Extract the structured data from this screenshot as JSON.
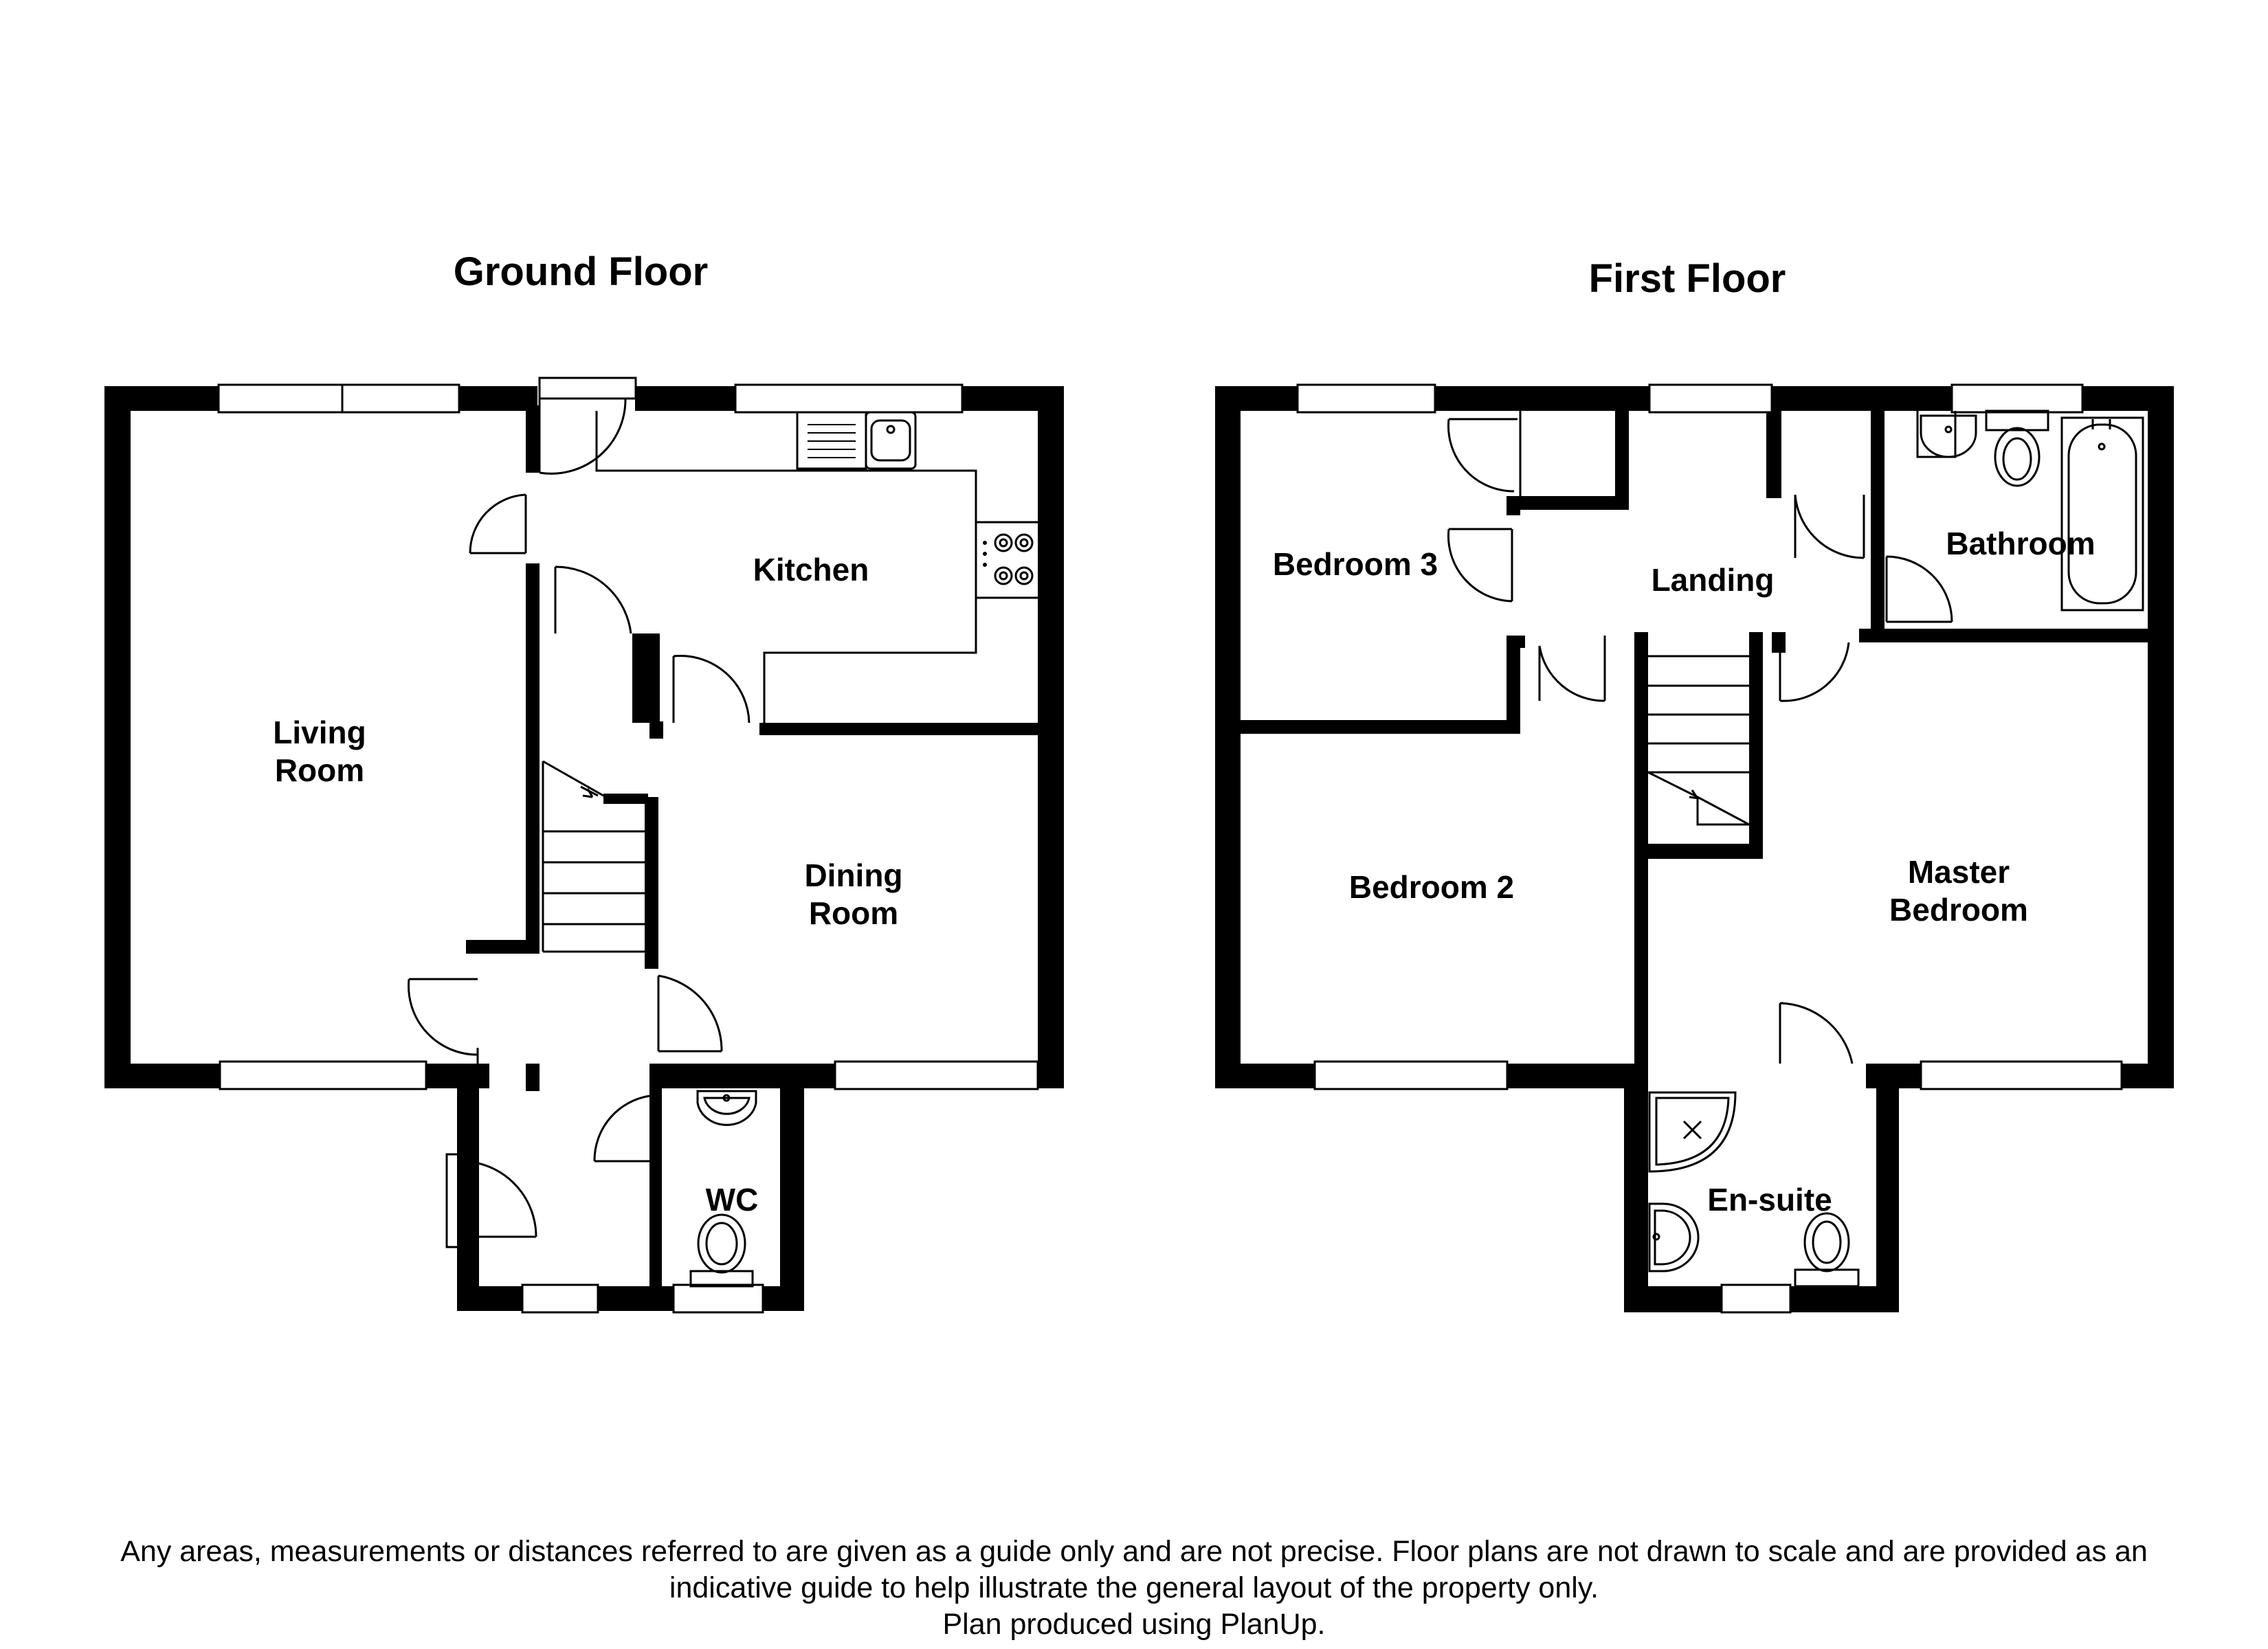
{
  "floors": {
    "ground": {
      "title": "Ground Floor",
      "rooms": {
        "living_room": [
          "Living",
          "Room"
        ],
        "kitchen": "Kitchen",
        "dining_room": [
          "Dining",
          "Room"
        ],
        "wc": "WC"
      }
    },
    "first": {
      "title": "First Floor",
      "rooms": {
        "bedroom_3": "Bedroom 3",
        "landing": "Landing",
        "bathroom": "Bathroom",
        "bedroom_2": "Bedroom 2",
        "master_bedroom": [
          "Master",
          "Bedroom"
        ],
        "en_suite": "En-suite"
      }
    }
  },
  "disclaimer": [
    "Any areas, measurements or distances referred to are given as a guide only and are not precise. Floor plans are not drawn to scale and are provided as an",
    "indicative guide to help illustrate the general layout of the property only.",
    "Plan produced using PlanUp."
  ]
}
